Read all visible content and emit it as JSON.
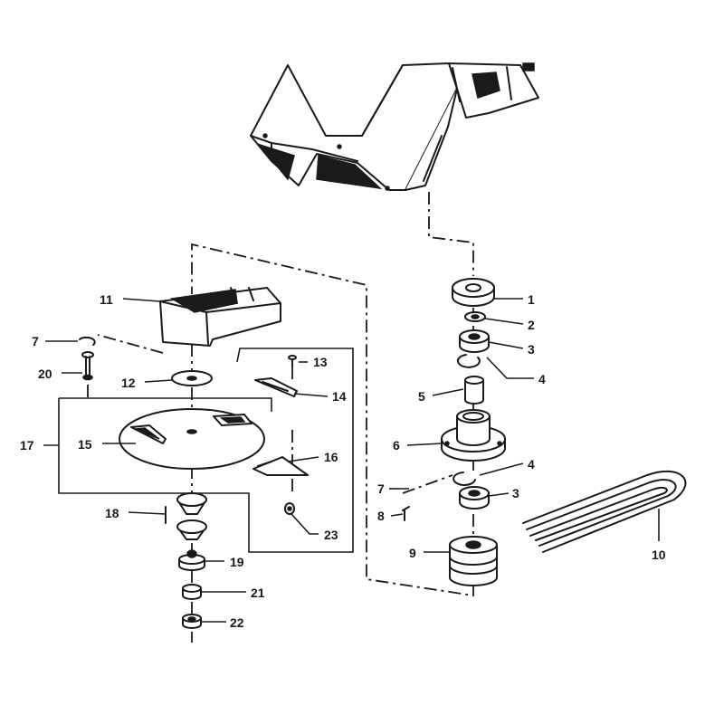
{
  "diagram": {
    "callouts": [
      {
        "id": "c1",
        "label": "1"
      },
      {
        "id": "c2",
        "label": "2"
      },
      {
        "id": "c3a",
        "label": "3"
      },
      {
        "id": "c4a",
        "label": "4"
      },
      {
        "id": "c5",
        "label": "5"
      },
      {
        "id": "c6",
        "label": "6"
      },
      {
        "id": "c4b",
        "label": "4"
      },
      {
        "id": "c3b",
        "label": "3"
      },
      {
        "id": "c7b",
        "label": "7"
      },
      {
        "id": "c8",
        "label": "8"
      },
      {
        "id": "c9",
        "label": "9"
      },
      {
        "id": "c10",
        "label": "10"
      },
      {
        "id": "c11",
        "label": "11"
      },
      {
        "id": "c7a",
        "label": "7"
      },
      {
        "id": "c20",
        "label": "20"
      },
      {
        "id": "c12",
        "label": "12"
      },
      {
        "id": "c13",
        "label": "13"
      },
      {
        "id": "c14",
        "label": "14"
      },
      {
        "id": "c15",
        "label": "15"
      },
      {
        "id": "c17",
        "label": "17"
      },
      {
        "id": "c16",
        "label": "16"
      },
      {
        "id": "c18",
        "label": "18"
      },
      {
        "id": "c23",
        "label": "23"
      },
      {
        "id": "c19",
        "label": "19"
      },
      {
        "id": "c21",
        "label": "21"
      },
      {
        "id": "c22",
        "label": "22"
      }
    ]
  }
}
